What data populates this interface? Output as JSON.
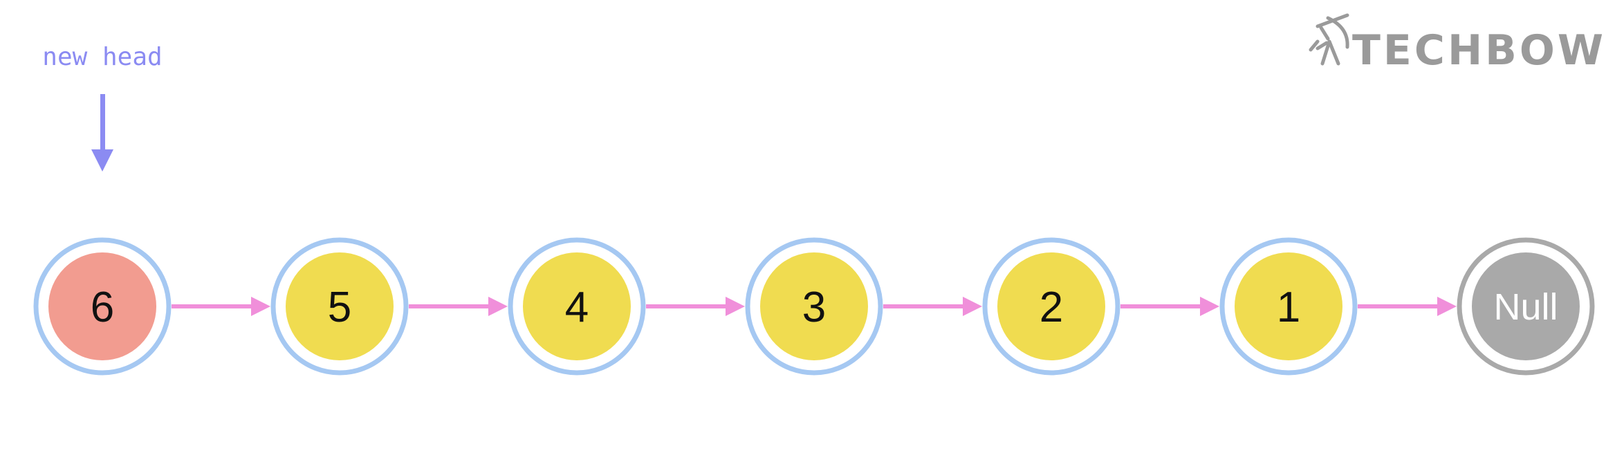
{
  "pointer": {
    "label": "new head",
    "color": "#8b8bf2",
    "target_node_index": 0
  },
  "linked_list": {
    "nodes": [
      {
        "value": "6",
        "fill": "#f29c90",
        "ring": "#a5c8f2",
        "text_color": "#111111"
      },
      {
        "value": "5",
        "fill": "#f0dc50",
        "ring": "#a5c8f2",
        "text_color": "#111111"
      },
      {
        "value": "4",
        "fill": "#f0dc50",
        "ring": "#a5c8f2",
        "text_color": "#111111"
      },
      {
        "value": "3",
        "fill": "#f0dc50",
        "ring": "#a5c8f2",
        "text_color": "#111111"
      },
      {
        "value": "2",
        "fill": "#f0dc50",
        "ring": "#a5c8f2",
        "text_color": "#111111"
      },
      {
        "value": "1",
        "fill": "#f0dc50",
        "ring": "#a5c8f2",
        "text_color": "#111111"
      },
      {
        "value": "Null",
        "fill": "#a9a9a9",
        "ring": "#a9a9a9",
        "text_color": "#ffffff"
      }
    ],
    "link_color": "#f08fda"
  },
  "logo": {
    "text": "TECHBOW",
    "color": "#9a9a9a",
    "icon": "archer-icon"
  }
}
